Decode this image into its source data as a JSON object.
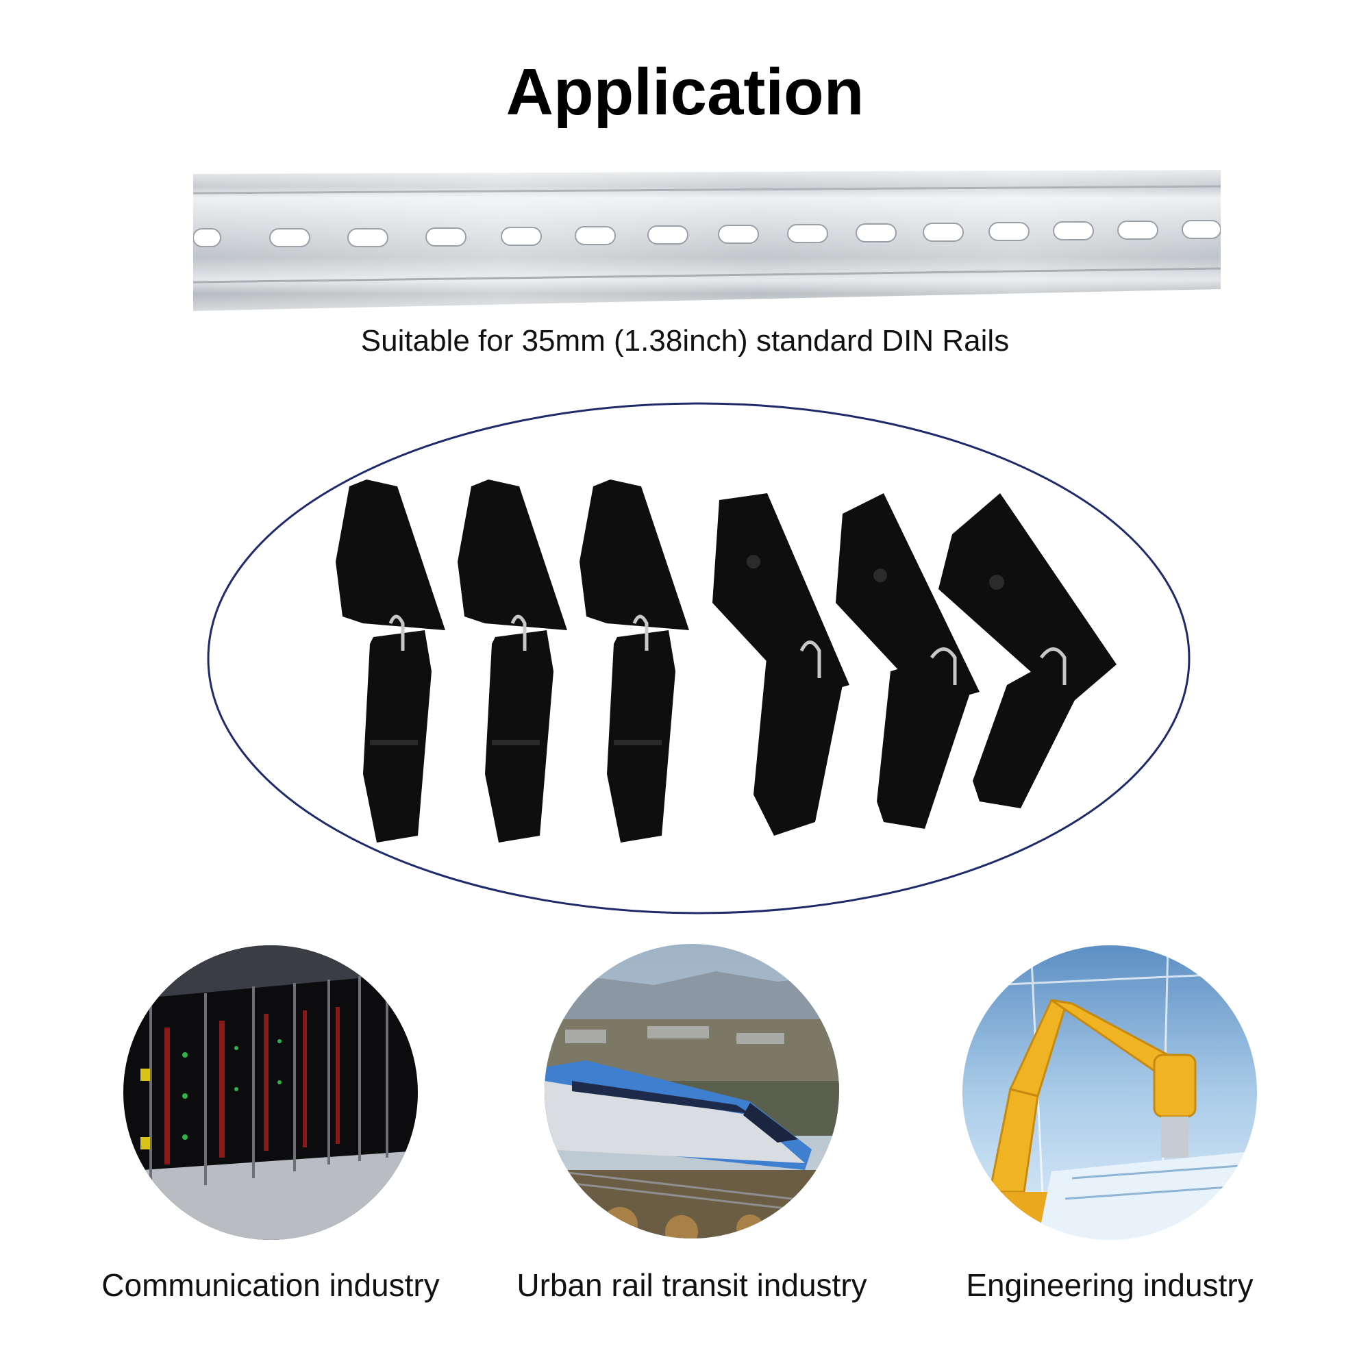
{
  "heading": "Application",
  "rail_caption": "Suitable for 35mm (1.38inch) standard DIN Rails",
  "products": {
    "count": 6,
    "ring_color": "#1f2a6b",
    "bracket_color": "#0e0e0e"
  },
  "industries": [
    {
      "label": "Communication industry",
      "icon": "server-rack-icon"
    },
    {
      "label": "Urban rail transit industry",
      "icon": "high-speed-train-icon"
    },
    {
      "label": "Engineering industry",
      "icon": "robot-arm-icon"
    }
  ]
}
